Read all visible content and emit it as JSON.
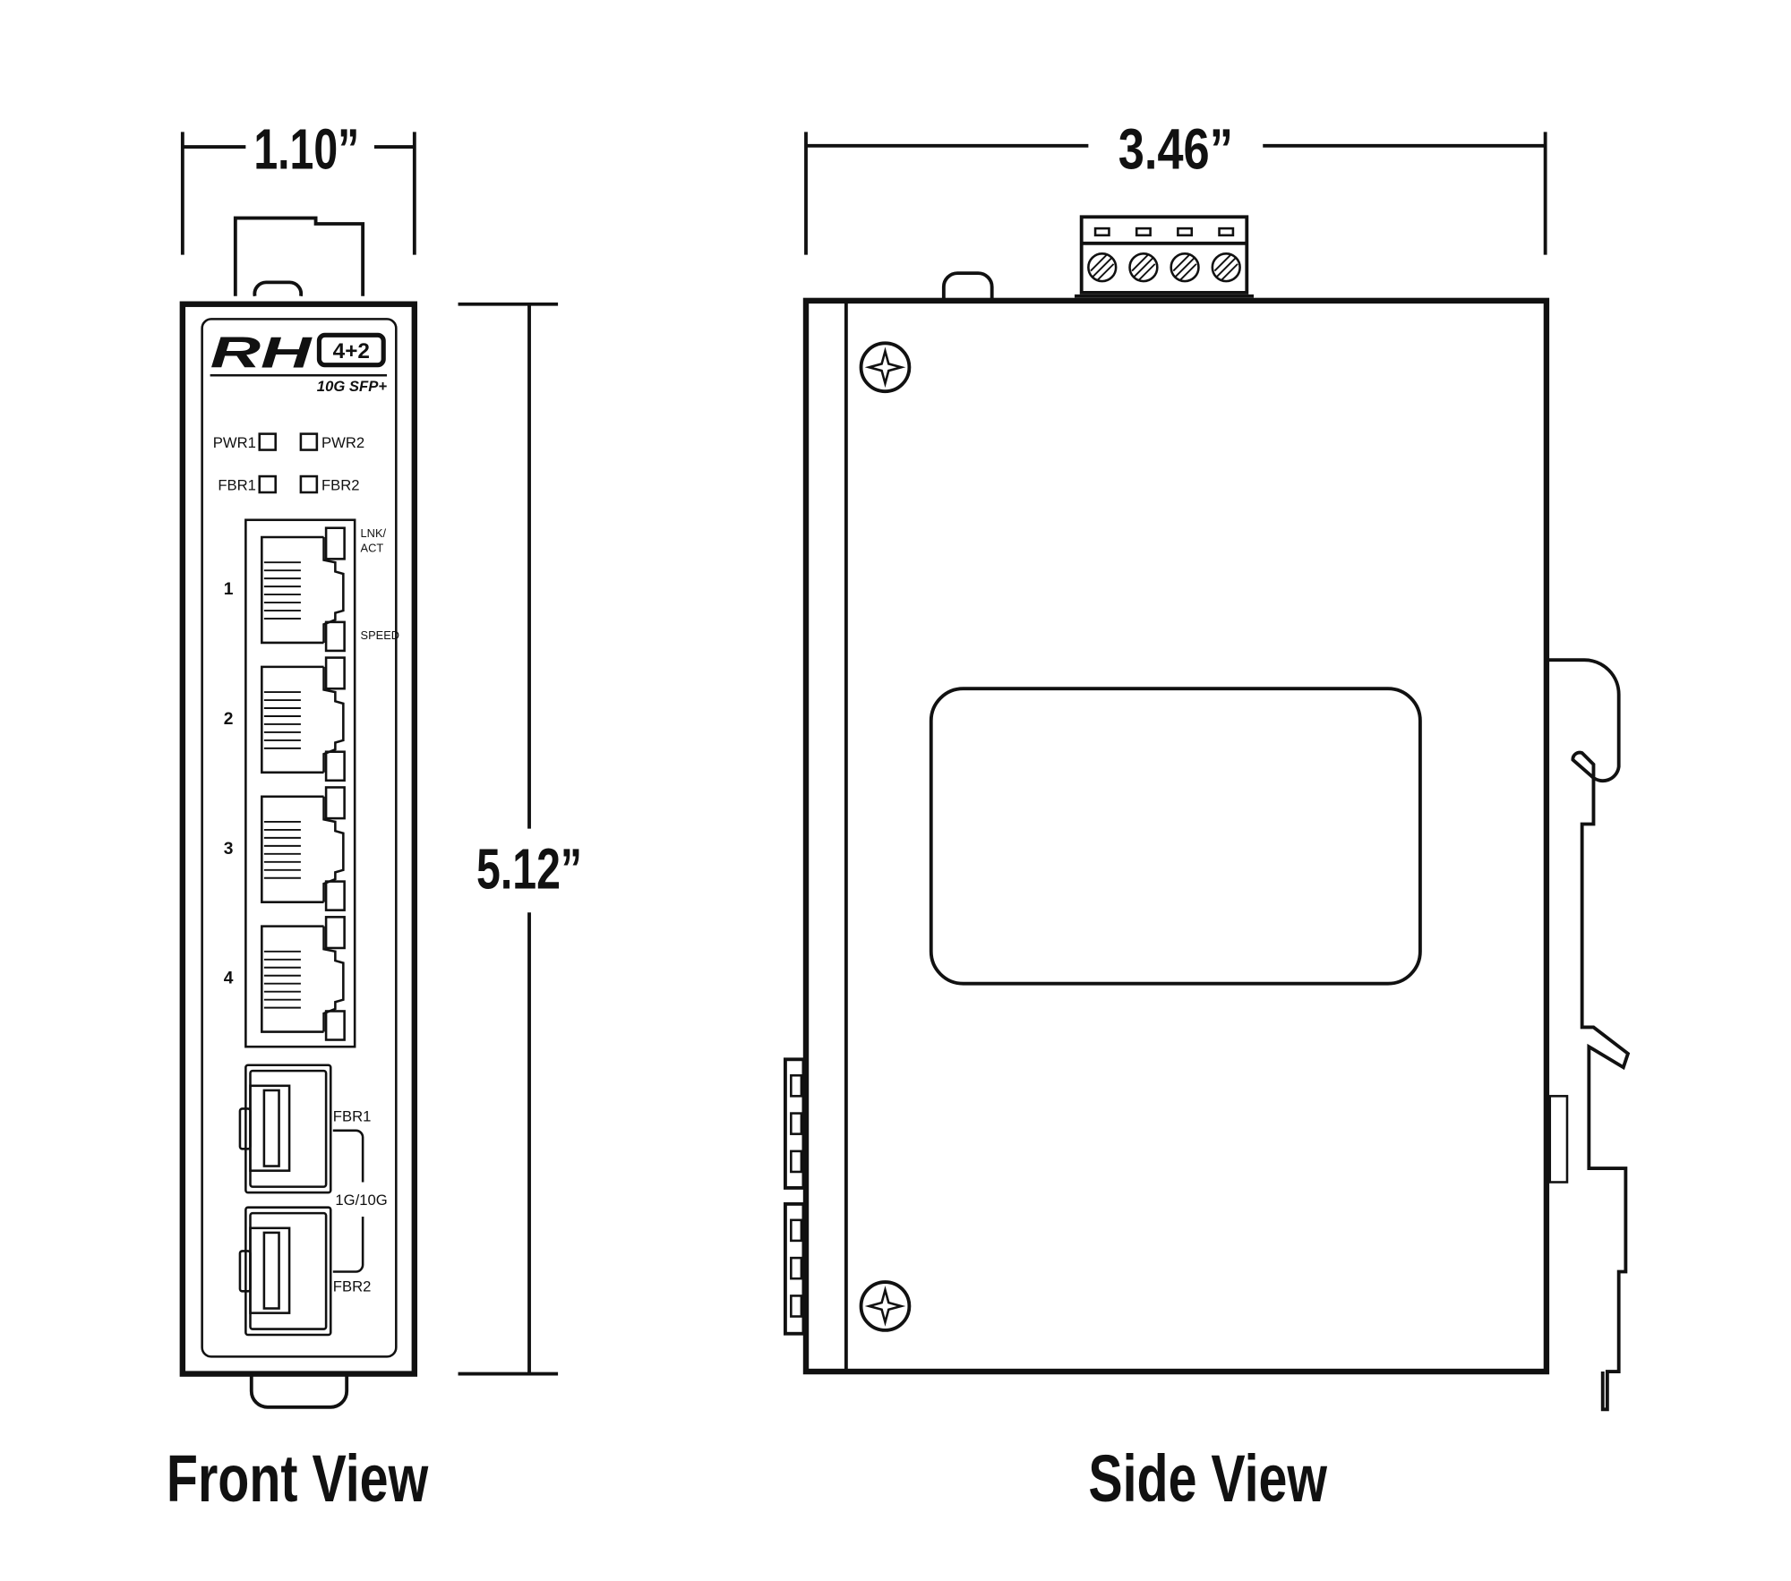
{
  "dimensions": {
    "width_front": "1.10”",
    "width_side": "3.46”",
    "height": "5.12”"
  },
  "front": {
    "title": "Front View",
    "logo": {
      "brand": "RH",
      "model": "4+2",
      "subtitle": "10G SFP+"
    },
    "leds": [
      "PWR1",
      "PWR2",
      "FBR1",
      "FBR2"
    ],
    "port_labels": {
      "lnk": "LNK/",
      "act": "ACT",
      "speed": "SPEED"
    },
    "ports": [
      "1",
      "2",
      "3",
      "4"
    ],
    "sfp": {
      "fbr1": "FBR1",
      "fbr2": "FBR2",
      "speed": "1G/10G"
    }
  },
  "side": {
    "title": "Side View"
  },
  "colors": {
    "line": "#111111",
    "background": "#ffffff"
  }
}
